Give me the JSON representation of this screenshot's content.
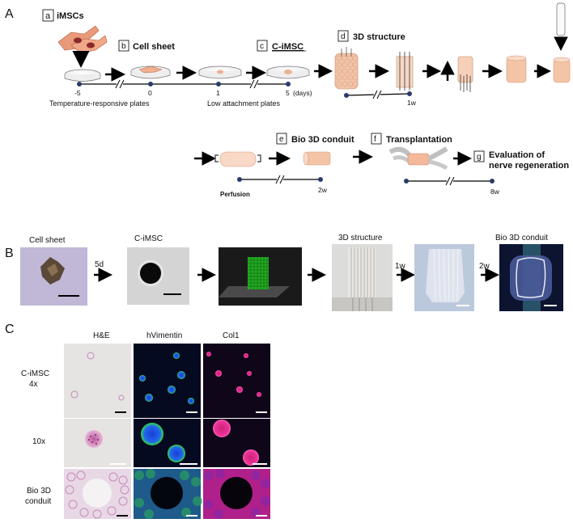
{
  "panels": {
    "A": {
      "letter": "A",
      "step_a": {
        "letter": "a",
        "label": "iMSCs"
      },
      "step_b": {
        "letter": "b",
        "label": "Cell sheet"
      },
      "step_c": {
        "letter": "c",
        "label": "C-iMSC"
      },
      "step_d": {
        "letter": "d",
        "label": "3D structure"
      },
      "step_e": {
        "letter": "e",
        "label": "Bio 3D conduit"
      },
      "step_f": {
        "letter": "f",
        "label": "Transplantation"
      },
      "step_g": {
        "letter": "g",
        "label_line1": "Evaluation of",
        "label_line2": "nerve regeneration"
      },
      "timeline1": {
        "ticks": [
          "-5",
          "0",
          "1",
          "5"
        ],
        "unit": "(days)",
        "plates1": "Temperature-responsive plates",
        "plates2": "Low attachment plates"
      },
      "timeline2": {
        "end": "1w"
      },
      "timeline3": {
        "label": "Perfusion",
        "end": "2w"
      },
      "timeline4": {
        "end": "8w"
      }
    },
    "B": {
      "letter": "B",
      "cell_sheet": "Cell sheet",
      "arrow1": "5d",
      "c_imsc": "C-iMSC",
      "structure_3d": "3D structure",
      "arrow2": "1w",
      "arrow3": "2w",
      "bio_conduit": "Bio 3D conduit"
    },
    "C": {
      "letter": "C",
      "col_headers": [
        "H&E",
        "hVimentin",
        "Col1"
      ],
      "row_labels": [
        [
          "C-iMSC",
          "4x"
        ],
        [
          "10x"
        ],
        [
          "Bio 3D",
          "conduit"
        ]
      ]
    }
  },
  "colors": {
    "cell_fill": "#f2c4a8",
    "vimentin": "#22cc33",
    "nuclei": "#2255ee",
    "col1": "#dd2288",
    "he": "#c06aa8"
  }
}
